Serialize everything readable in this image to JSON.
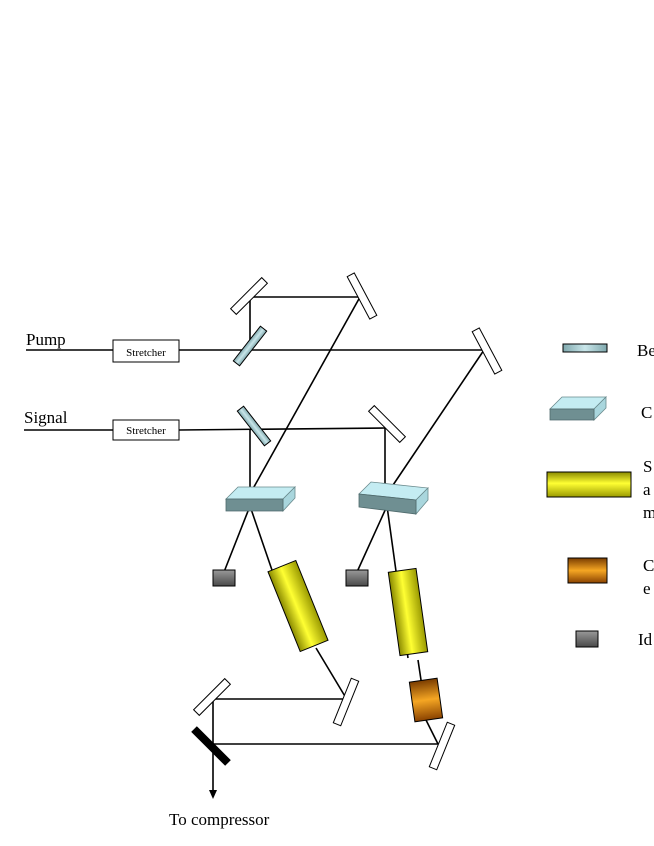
{
  "inputs": {
    "pump": "Pump",
    "signal": "Signal",
    "stretcher_pump": "Stretcher",
    "stretcher_signal": "Stretcher"
  },
  "output": {
    "label": "To compressor"
  },
  "legend": {
    "items": [
      {
        "key": "beamsplitter",
        "lines": [
          "Be"
        ]
      },
      {
        "key": "crystal",
        "lines": [
          "C"
        ]
      },
      {
        "key": "gain-medium",
        "lines": [
          "S",
          "a",
          "m"
        ]
      },
      {
        "key": "compensator",
        "lines": [
          "C",
          "e"
        ]
      },
      {
        "key": "idler-dump",
        "lines": [
          "Id"
        ]
      }
    ]
  },
  "colors": {
    "beamsplitter": "#9fc4c9",
    "crystal_top": "#6f8f92",
    "crystal_side": "#bfe7ee",
    "gain_medium": "#e6e600",
    "compensator": "#e07b00",
    "dump": "#7a7a7a",
    "output_mirror": "#000000"
  }
}
